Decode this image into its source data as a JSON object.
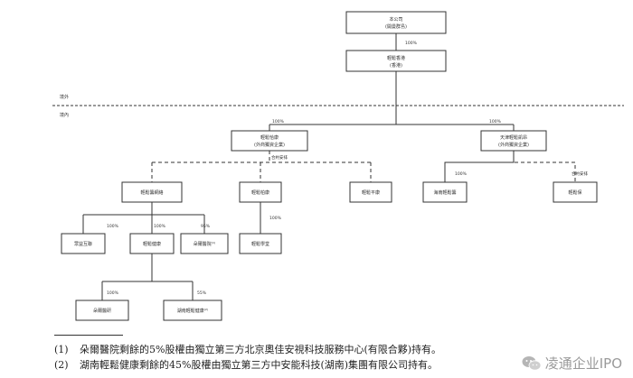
{
  "regions": {
    "overseas": "境外",
    "domestic": "境內"
  },
  "nodes": {
    "company": {
      "line1": "本公司",
      "line2": "(開曼群島)"
    },
    "hk": {
      "line1": "輕鬆香港",
      "line2": "(香港)"
    },
    "wfoe1": {
      "line1": "輕鬆恰康",
      "line2": "(外商獨資企業)"
    },
    "wfoe2": {
      "line1": "天津輕鬆凱昂",
      "line2": "(外商獨資企業)"
    },
    "c1": {
      "line1": "輕鬆籌網絡"
    },
    "c2": {
      "line1": "輕鬆柏康"
    },
    "c3": {
      "line1": "輕鬆平康"
    },
    "c4": {
      "line1": "海南輕鬆籌"
    },
    "c5": {
      "line1": "輕鬆保"
    },
    "g1": {
      "line1": "眾益互聯"
    },
    "g2": {
      "line1": "輕鬆健康"
    },
    "g3": {
      "line1": "朵爾醫院⁽¹⁾"
    },
    "g4": {
      "line1": "輕鬆學堂"
    },
    "h1": {
      "line1": "朵爾醫研"
    },
    "h2": {
      "line1": "湖南輕鬆健康⁽²⁾"
    }
  },
  "edges": {
    "company_hk": "100%",
    "hk_wfoe1": "100%",
    "hk_wfoe2": "100%",
    "wfoe1_contract": "合約安排",
    "wfoe2_c4": "100%",
    "wfoe2_contract": "合約安排",
    "c1_g1": "100%",
    "c1_g2": "100%",
    "c1_g3": "95%",
    "c2_g4": "100%",
    "g2_h1": "100%",
    "g2_h2": "55%"
  },
  "notes": [
    {
      "num": "(1)",
      "text": "朵爾醫院剩餘的5%股權由獨立第三方北京奧佳安視科技服務中心(有限合夥)持有。"
    },
    {
      "num": "(2)",
      "text": "湖南輕鬆健康剩餘的45%股權由獨立第三方中安能科技(湖南)集團有限公司持有。"
    }
  ],
  "watermark": "凌通企业IPO"
}
